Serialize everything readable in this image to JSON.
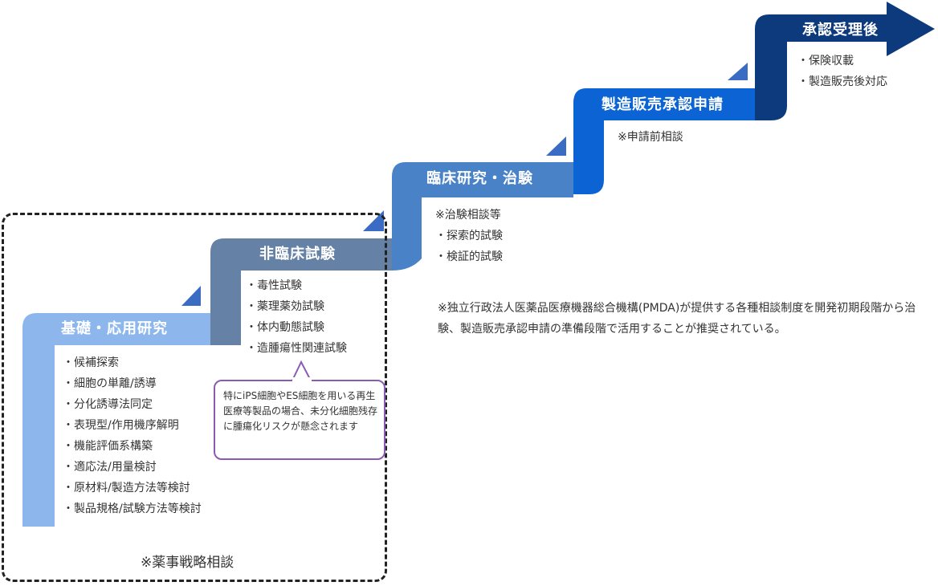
{
  "steps": [
    {
      "title": "基礎・応用研究",
      "color": "#8db7ec",
      "items": [
        "・候補探索",
        "・細胞の単離/誘導",
        "・分化誘導法同定",
        "・表現型/作用機序解明",
        "・機能評価系構築",
        "・適応法/用量検討",
        "・原材料/製造方法等検討",
        "・製品規格/試験方法等検討"
      ]
    },
    {
      "title": "非臨床試験",
      "color": "#6582a6",
      "items": [
        "・毒性試験",
        "・薬理薬効試験",
        "・体内動態試験",
        "・造腫瘍性関連試験"
      ]
    },
    {
      "title": "臨床研究・治験",
      "color": "#4a82c8",
      "items": [
        "※治験相談等",
        "・探索的試験",
        "・検証的試験"
      ]
    },
    {
      "title": "製造販売承認申請",
      "color": "#0b63d4",
      "items": [
        "※申請前相談"
      ]
    },
    {
      "title": "承認受理後",
      "color": "#0d3a7d",
      "items": [
        "・保険収載",
        "・製造販売後対応"
      ]
    }
  ],
  "bubble_text": "特にiPS細胞やES細胞を用いる再生医療等製品の場合、未分化細胞残存に腫瘍化リスクが懸念されます",
  "strategy_note": "※薬事戦略相談",
  "main_note": "※独立行政法人医薬品医療機器総合機構(PMDA)が提供する各種相談制度を開発初期段階から治験、製造販売承認申請の準備段階で活用することが推奨されている。",
  "accent_triangle_color": "#3a6cc4"
}
